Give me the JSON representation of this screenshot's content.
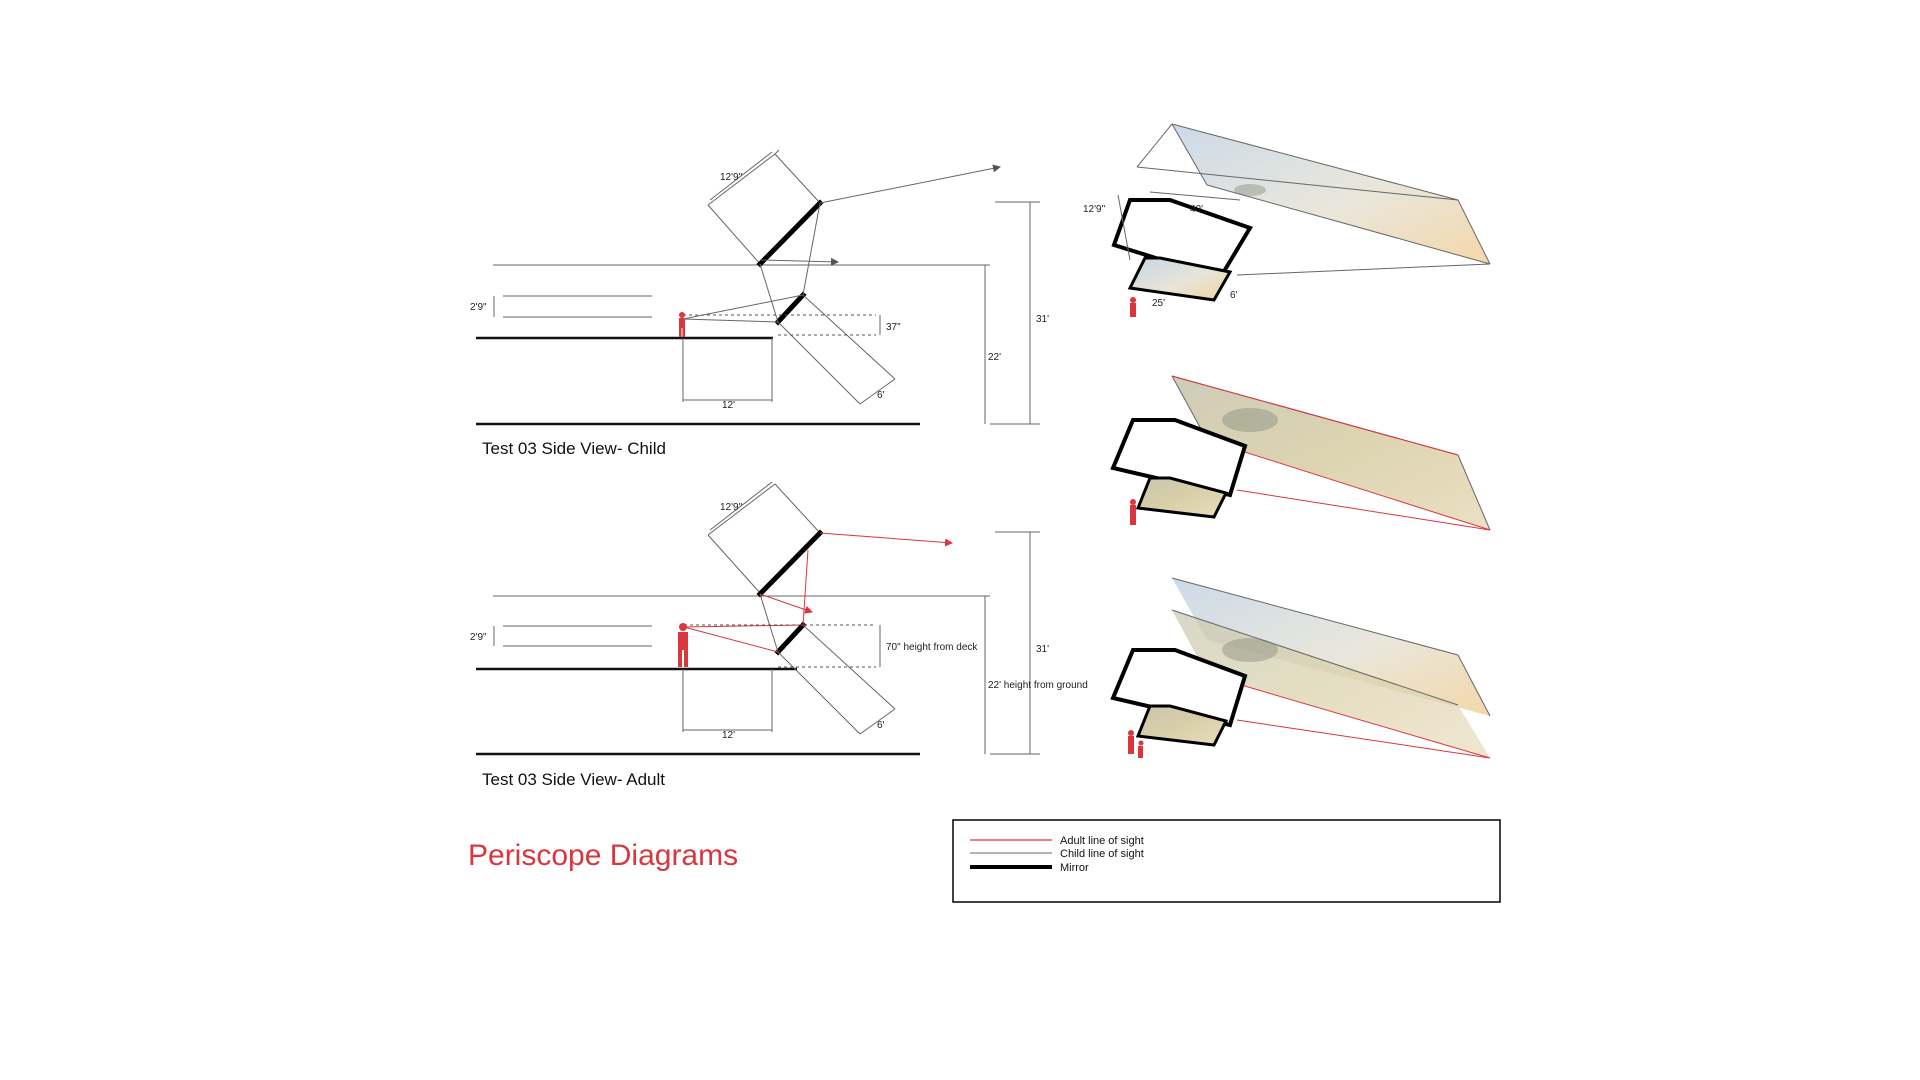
{
  "diagram_title": "Periscope Diagrams",
  "child_view": {
    "caption": "Test 03 Side View- Child",
    "dims": {
      "mirror_len": "12'9\"",
      "eye_band": "2'9\"",
      "deck_drop": "37\"",
      "horiz": "12'",
      "diag": "6'",
      "deck_height": "22'",
      "total_height": "31'"
    }
  },
  "adult_view": {
    "caption": "Test 03 Side View- Adult",
    "dims": {
      "mirror_len": "12'9\"",
      "eye_band": "2'9\"",
      "deck_drop": "70\" height from deck",
      "horiz": "12'",
      "diag": "6'",
      "deck_height": "22'  height from ground",
      "total_height": "31'"
    }
  },
  "perspective_dims": {
    "height": "12'9\"",
    "top_width": "40'",
    "bottom_width": "25'",
    "depth": "6'"
  },
  "legend": {
    "items": [
      {
        "label": "Adult line of sight",
        "color": "#d9363e"
      },
      {
        "label": "Child line of sight",
        "color": "#888888"
      },
      {
        "label": "Mirror",
        "color": "#000000"
      }
    ]
  },
  "colors": {
    "accent_red": "#d9363e",
    "mirror": "#000000",
    "sky_top": "#b9cbe0",
    "sky_bottom": "#f3d9a4"
  }
}
